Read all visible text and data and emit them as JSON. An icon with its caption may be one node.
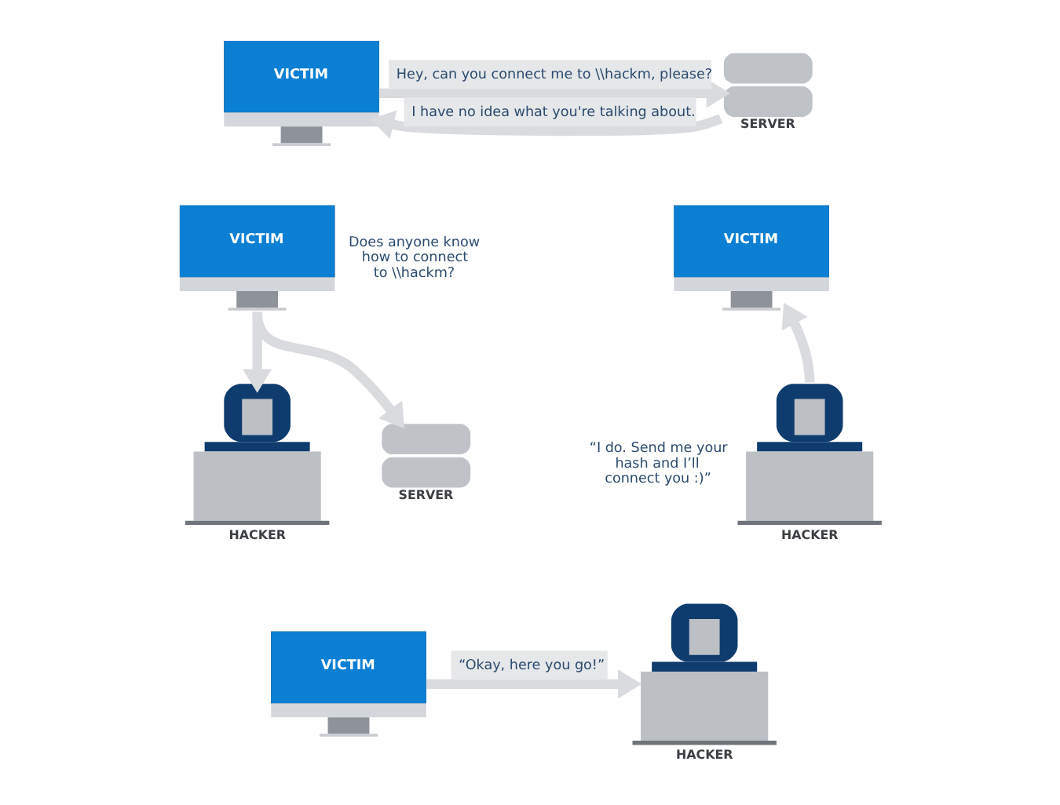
{
  "diagram": {
    "nodes": [
      {
        "text": [
          "VICTIM"
        ]
      },
      {
        "text": [
          "SERVER"
        ]
      },
      {
        "text": [
          "VICTIM"
        ],
        "beside": [
          "Does anyone know how to connect to \\\\hackm?"
        ]
      },
      {
        "text": [
          "HACKER"
        ]
      },
      {
        "text": [
          "SERVER"
        ]
      },
      {
        "text": [
          "VICTIM"
        ]
      },
      {
        "text": [
          "HACKER"
        ],
        "beside": [
          "“I do. Send me your hash and I’ll connect you :)”"
        ]
      },
      {
        "text": [
          "VICTIM"
        ]
      },
      {
        "text": [
          "HACKER"
        ]
      }
    ],
    "edges": [
      {
        "from": 0,
        "to": 1,
        "arrow": "to",
        "label": "Hey, can you connect me to \\\\hackm, please?"
      },
      {
        "from": 1,
        "to": 0,
        "arrow": "to",
        "label": "I have no idea what you're talking about."
      },
      {
        "from": 2,
        "to": 3,
        "arrow": "to"
      },
      {
        "from": 2,
        "to": 4,
        "arrow": "to"
      },
      {
        "from": 6,
        "to": 5,
        "arrow": "to"
      },
      {
        "from": 7,
        "to": 8,
        "arrow": "to",
        "label": "“Okay, here you go!”"
      }
    ]
  }
}
